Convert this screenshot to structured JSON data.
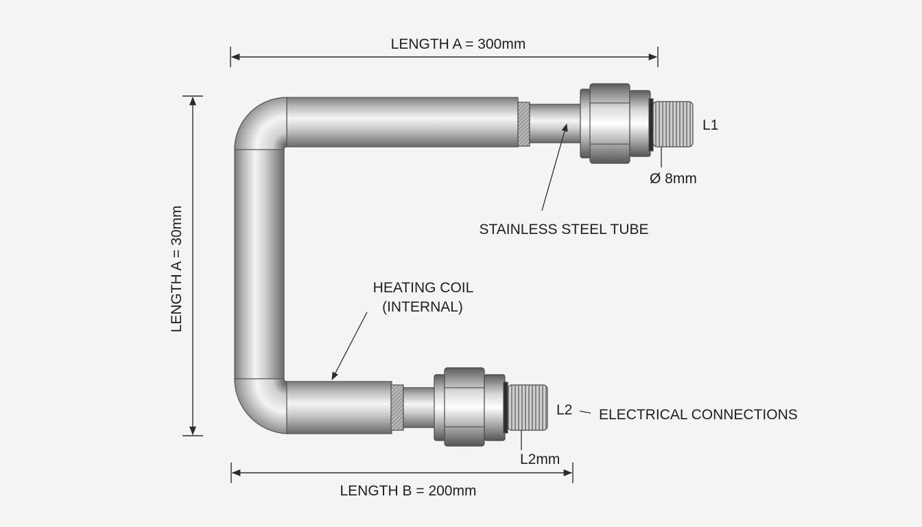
{
  "labels": {
    "length_a_top": "LENGTH A = 300mm",
    "length_a_side": "LENGTH A = 30mm",
    "length_b": "LENGTH B = 200mm",
    "l1": "L1",
    "diameter": "Ø 8mm",
    "stainless_tube": "STAINLESS STEEL TUBE",
    "heating_coil_line1": "HEATING COIL",
    "heating_coil_line2": "(INTERNAL)",
    "l2": "L2",
    "electrical_connections": "ELECTRICAL CONNECTIONS",
    "l2mm": "L2mm"
  },
  "colors": {
    "background": "#f4f4f3",
    "steel_dark": "#6c6c6c",
    "steel_light": "#f3f3f3",
    "line": "#2b2b2b"
  }
}
